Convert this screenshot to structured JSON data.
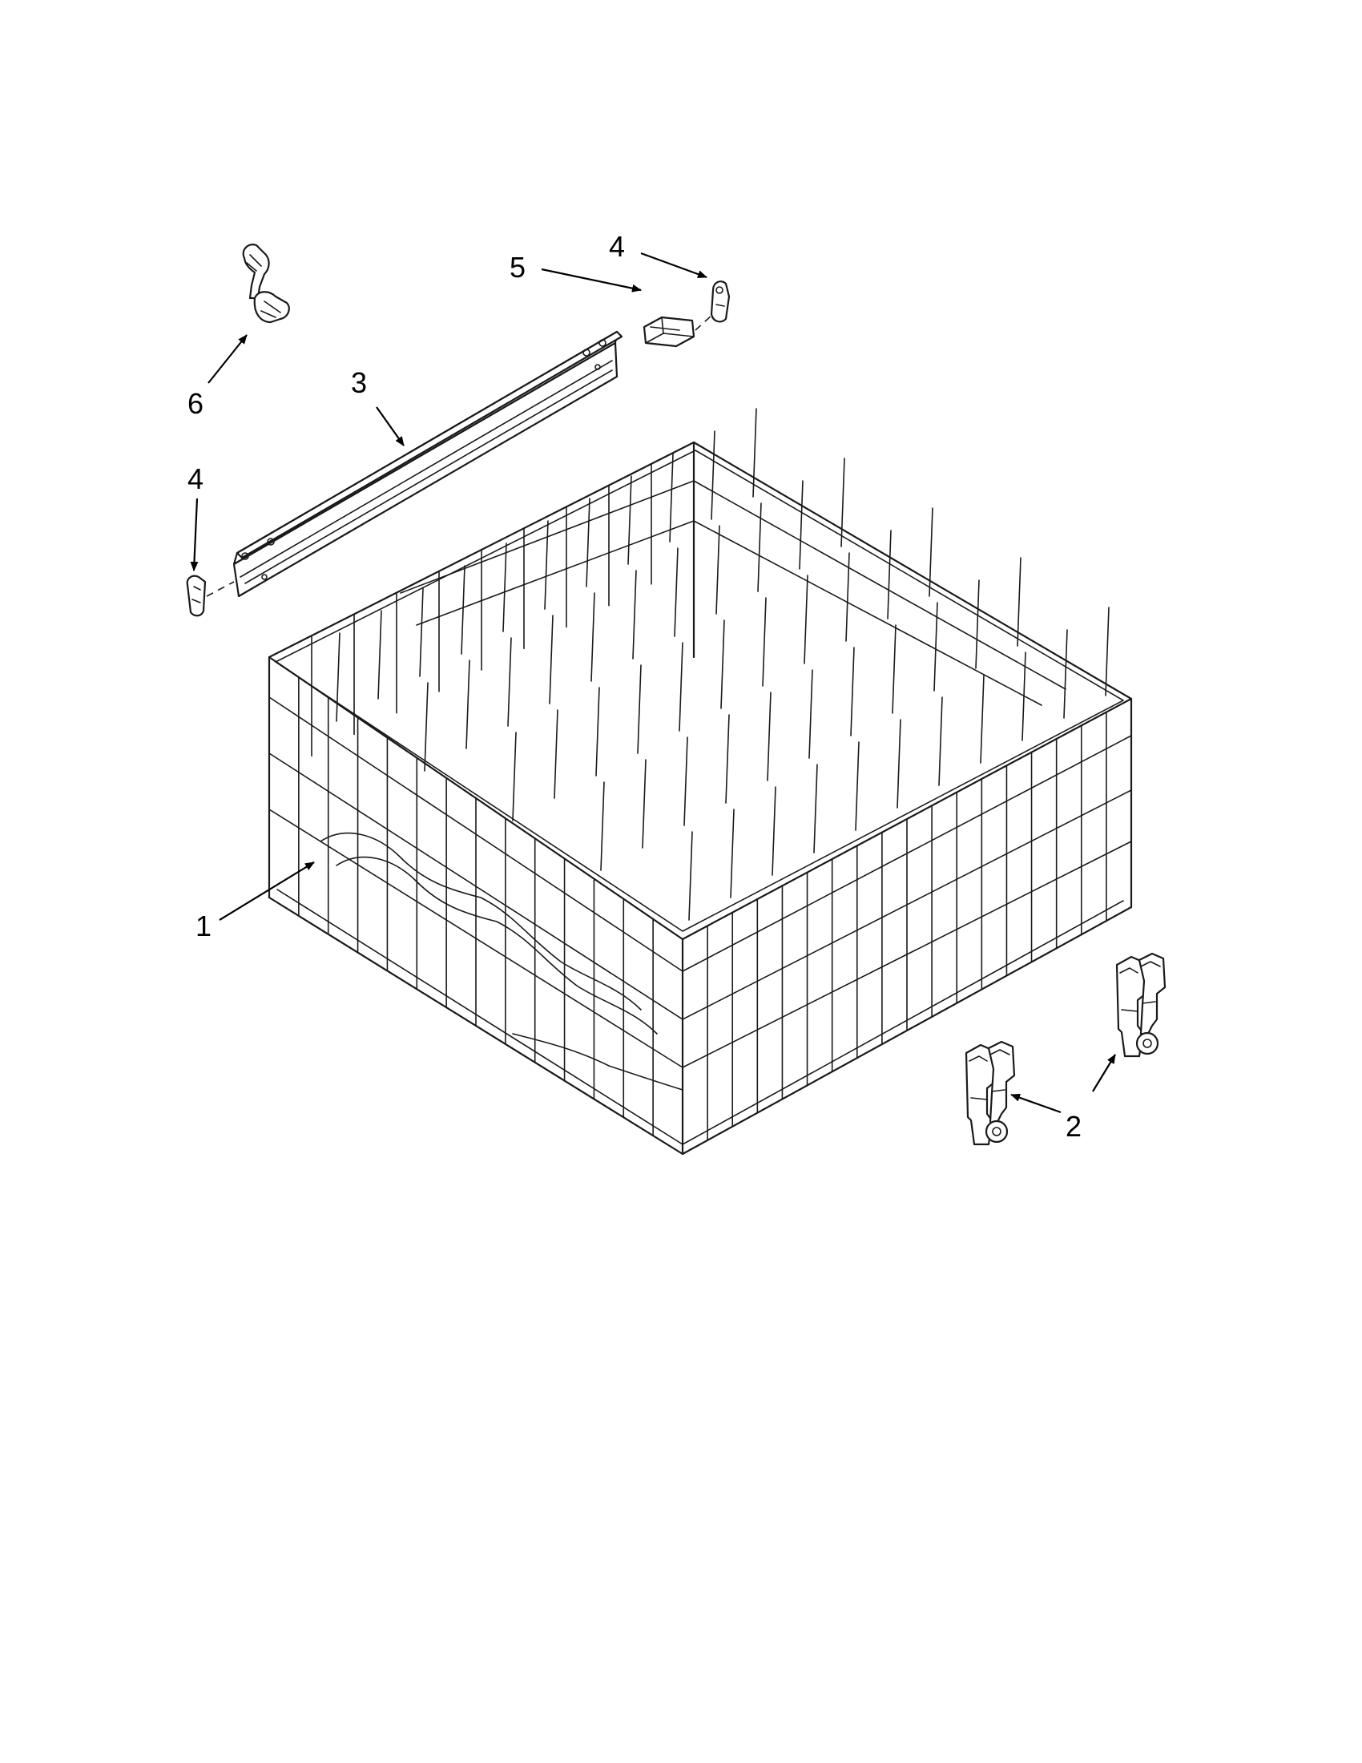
{
  "callouts": [
    {
      "id": "c1",
      "label": "1"
    },
    {
      "id": "c2",
      "label": "2"
    },
    {
      "id": "c3",
      "label": "3"
    },
    {
      "id": "c4a",
      "label": "4"
    },
    {
      "id": "c4b",
      "label": "4"
    },
    {
      "id": "c5",
      "label": "5"
    },
    {
      "id": "c6",
      "label": "6"
    }
  ],
  "colors": {
    "ink": "#1a1a1a",
    "background": "#ffffff"
  }
}
